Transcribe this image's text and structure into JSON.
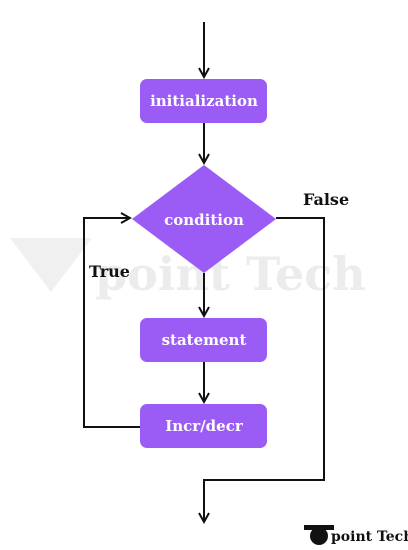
{
  "flowchart": {
    "nodes": {
      "initialization": "initialization",
      "condition": "condition",
      "statement": "statement",
      "incr_decr": "Incr/decr"
    },
    "edge_labels": {
      "true": "True",
      "false": "False"
    },
    "colors": {
      "node_fill": "#9b5cf6",
      "line": "#111111"
    }
  },
  "watermark": {
    "text": "point Tech"
  },
  "brand": {
    "name": "point Tech"
  }
}
